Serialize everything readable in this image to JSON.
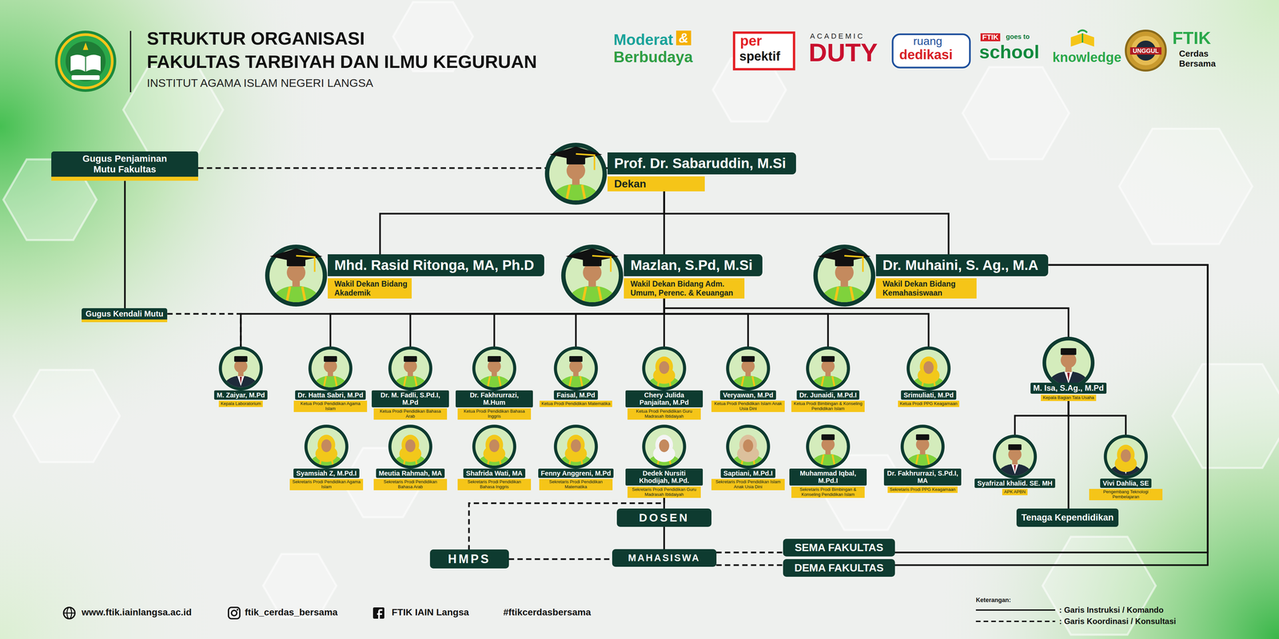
{
  "diagram": {
    "title": "STRUKTUR ORGANISASI",
    "nodes": [
      {
        "text": [
          "Gugus Penjaminan Mutu Fakultas"
        ]
      },
      {
        "text": [
          "Prof. Dr. Sabaruddin, M.Si",
          "Dekan"
        ]
      },
      {
        "text": [
          "Mhd. Rasid Ritonga, MA, Ph.D",
          "Wakil Dekan Bidang Akademik"
        ]
      },
      {
        "text": [
          "Mazlan, S.Pd, M.Si",
          "Wakil Dekan Bidang Adm. Umum, Perenc. & Keuangan"
        ]
      },
      {
        "text": [
          "Dr. Muhaini, S. Ag., M.A",
          "Wakil Dekan Bidang Kemahasiswaan"
        ]
      },
      {
        "text": [
          "Gugus Kendali Mutu"
        ]
      },
      {
        "text": [
          "M. Zaiyar, M.Pd",
          "Kepala Laboratorium"
        ]
      },
      {
        "text": [
          "Dr. Hatta Sabri, M.Pd",
          "Ketua Prodi Pendidikan Agama Islam"
        ]
      },
      {
        "text": [
          "Dr. M. Fadli, S.Pd.I, M.Pd",
          "Ketua Prodi Pendidikan Bahasa Arab"
        ]
      },
      {
        "text": [
          "Dr. Fakhrurrazi, M.Hum",
          "Ketua Prodi Pendidikan Bahasa Inggris"
        ]
      },
      {
        "text": [
          "Faisal, M.Pd",
          "Ketua Prodi Pendidikan Matematika"
        ]
      },
      {
        "text": [
          "Chery Julida Panjaitan, M.Pd",
          "Ketua Prodi Pendidikan Guru Madrasah Ibtidaiyah"
        ]
      },
      {
        "text": [
          "Veryawan, M.Pd",
          "Ketua Prodi Pendidikan Islam Anak Usia Dini"
        ]
      },
      {
        "text": [
          "Dr. Junaidi, M.Pd.I",
          "Ketua Prodi Bimbingan & Konseling Pendidikan Islam"
        ]
      },
      {
        "text": [
          "Srimuliati, M.Pd",
          "Ketua Prodi PPG Keagamaan"
        ]
      },
      {
        "text": [
          "M. Isa, S.Ag., M.Pd",
          "Kepala Bagian Tata Usaha"
        ]
      },
      {
        "text": [
          "Syamsiah Z, M.Pd.I",
          "Sekretaris Prodi Pendidikan Agama Islam"
        ]
      },
      {
        "text": [
          "Meutia Rahmah, MA",
          "Sekretaris Prodi Pendidikan Bahasa Arab"
        ]
      },
      {
        "text": [
          "Shafrida Wati, MA",
          "Sekretaris Prodi Pendidikan Bahasa Inggris"
        ]
      },
      {
        "text": [
          "Fenny Anggreni, M.Pd",
          "Sekretaris Prodi Pendidikan Matematika"
        ]
      },
      {
        "text": [
          "Dedek Nursiti Khodijah, M.Pd.",
          "Sekretaris Prodi Pendidikan Guru Madrasah Ibtidaiyah"
        ]
      },
      {
        "text": [
          "Saptiani, M.Pd.I",
          "Sekretaris Prodi Pendidikan Islam Anak Usia Dini"
        ]
      },
      {
        "text": [
          "Muhammad Iqbal, M.Pd.I",
          "Sekretaris Prodi Bimbingan & Konseling Pendidikan Islam"
        ]
      },
      {
        "text": [
          "Dr. Fakhrurrazi, S.Pd.I, MA",
          "Sekretaris Prodi PPG Keagamaan"
        ]
      },
      {
        "text": [
          "Syafrizal khalid. SE. MH",
          "APK APBN"
        ]
      },
      {
        "text": [
          "Vivi Dahlia, SE",
          "Pengembang Teknologi Pembelajaran"
        ]
      },
      {
        "text": [
          "Tenaga Kependidikan"
        ]
      },
      {
        "text": [
          "DOSEN"
        ]
      },
      {
        "text": [
          "HMPS"
        ]
      },
      {
        "text": [
          "MAHASISWA"
        ]
      },
      {
        "text": [
          "SEMA FAKULTAS"
        ]
      },
      {
        "text": [
          "DEMA FAKULTAS"
        ]
      }
    ],
    "edges": [
      {
        "from": 0,
        "to": 1,
        "arrow": "none"
      },
      {
        "from": 0,
        "to": 5,
        "arrow": "none"
      },
      {
        "from": 1,
        "to": 2,
        "arrow": "none"
      },
      {
        "from": 1,
        "to": 3,
        "arrow": "none"
      },
      {
        "from": 1,
        "to": 4,
        "arrow": "none"
      },
      {
        "from": 5,
        "to": 6,
        "arrow": "none"
      },
      {
        "from": 3,
        "to": 6,
        "arrow": "none"
      },
      {
        "from": 3,
        "to": 7,
        "arrow": "none"
      },
      {
        "from": 3,
        "to": 8,
        "arrow": "none"
      },
      {
        "from": 3,
        "to": 9,
        "arrow": "none"
      },
      {
        "from": 3,
        "to": 10,
        "arrow": "none"
      },
      {
        "from": 3,
        "to": 11,
        "arrow": "none"
      },
      {
        "from": 3,
        "to": 12,
        "arrow": "none"
      },
      {
        "from": 3,
        "to": 13,
        "arrow": "none"
      },
      {
        "from": 3,
        "to": 14,
        "arrow": "none"
      },
      {
        "from": 3,
        "to": 15,
        "arrow": "none"
      },
      {
        "from": 4,
        "to": 30,
        "arrow": "none"
      },
      {
        "from": 4,
        "to": 31,
        "arrow": "none"
      },
      {
        "from": 15,
        "to": 24,
        "arrow": "none"
      },
      {
        "from": 15,
        "to": 25,
        "arrow": "none"
      },
      {
        "from": 15,
        "to": 26,
        "arrow": "none"
      },
      {
        "from": 20,
        "to": 27,
        "arrow": "none"
      },
      {
        "from": 20,
        "to": 28,
        "arrow": "none"
      },
      {
        "from": 27,
        "to": 29,
        "arrow": "none"
      },
      {
        "from": 28,
        "to": 29,
        "arrow": "none"
      },
      {
        "from": 29,
        "to": 30,
        "arrow": "none"
      },
      {
        "from": 29,
        "to": 31,
        "arrow": "none"
      }
    ],
    "labels": [
      "FAKULTAS TARBIYAH DAN ILMU KEGURUAN",
      "INSTITUT AGAMA ISLAM NEGERI LANGSA",
      "Moderat",
      "&",
      "Berbudaya",
      "per",
      "spektif",
      "ACADEMIC",
      "DUTY",
      "ruang",
      "dedikasi",
      "FTIK",
      "goes to",
      "school",
      "knowledge",
      "UNGGUL",
      "FTIK",
      "Cerdas",
      "Bersama",
      "www.ftik.iainlangsa.ac.id",
      "ftik_cerdas_bersama",
      "FTIK IAIN Langsa",
      "#ftikcerdasbersama",
      "Keterangan:"
    ],
    "legend": [
      {
        "text": ": Garis Instruksi / Komando"
      },
      {
        "text": ": Garis Koordinasi / Konsultasi"
      }
    ]
  }
}
